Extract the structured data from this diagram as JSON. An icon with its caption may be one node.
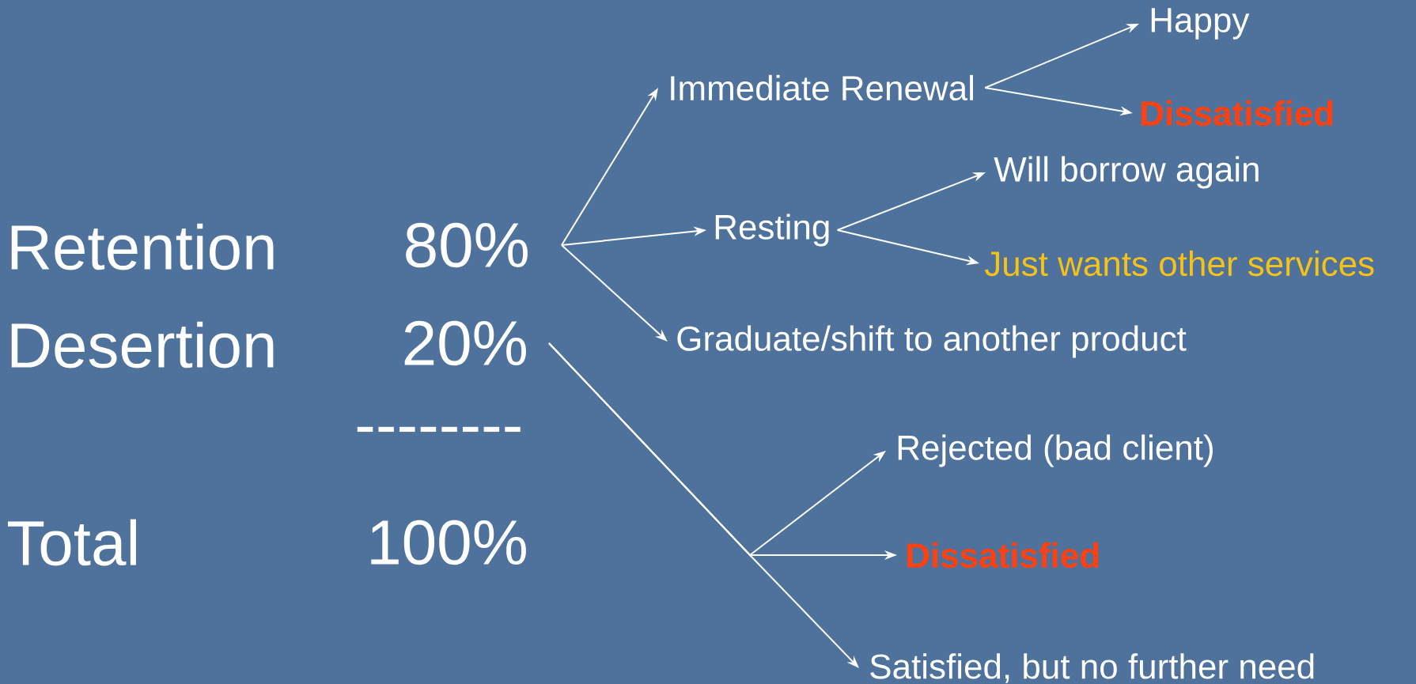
{
  "diagram": {
    "nodes": [
      {
        "text": [
          "80%"
        ]
      },
      {
        "text": [
          "20%"
        ]
      },
      {
        "text": [
          "Immediate Renewal"
        ]
      },
      {
        "text": [
          "Happy"
        ]
      },
      {
        "text": [
          "Dissatisfied"
        ]
      },
      {
        "text": [
          "Resting"
        ]
      },
      {
        "text": [
          "Will borrow again"
        ]
      },
      {
        "text": [
          "Just wants other services"
        ]
      },
      {
        "text": [
          "Graduate/shift to another product"
        ]
      },
      {
        "text": [
          "Rejected (bad client)"
        ]
      },
      {
        "text": [
          "Dissatisfied"
        ]
      },
      {
        "text": [
          "Satisfied, but no further need"
        ]
      }
    ],
    "edges": [
      {
        "from": 0,
        "to": 2,
        "arrow": "to"
      },
      {
        "from": 0,
        "to": 5,
        "arrow": "to"
      },
      {
        "from": 0,
        "to": 8,
        "arrow": "to"
      },
      {
        "from": 2,
        "to": 3,
        "arrow": "to"
      },
      {
        "from": 2,
        "to": 4,
        "arrow": "to"
      },
      {
        "from": 5,
        "to": 6,
        "arrow": "to"
      },
      {
        "from": 5,
        "to": 7,
        "arrow": "to"
      },
      {
        "from": 1,
        "to": 9,
        "arrow": "to"
      },
      {
        "from": 1,
        "to": 10,
        "arrow": "to"
      },
      {
        "from": 1,
        "to": 11,
        "arrow": "to"
      }
    ],
    "labels": [
      "Retention",
      "Desertion",
      "--------",
      "Total",
      "100%"
    ]
  }
}
